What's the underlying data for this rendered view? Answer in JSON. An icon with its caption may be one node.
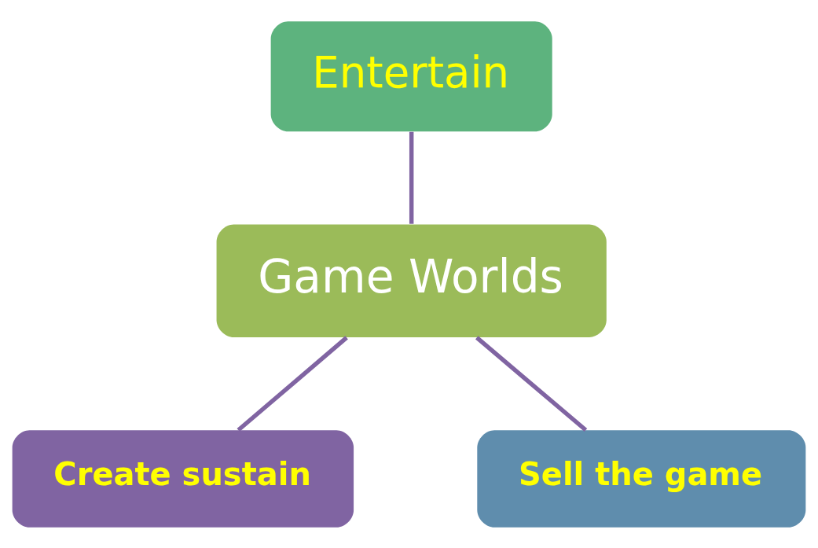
{
  "diagram": {
    "nodes": [
      {
        "text": [
          "Entertain"
        ]
      },
      {
        "text": [
          "Game Worlds"
        ]
      },
      {
        "text": [
          "Create sustain"
        ]
      },
      {
        "text": [
          "Sell the game"
        ]
      }
    ],
    "edges": [
      {
        "from": 1,
        "to": 0,
        "arrow": "none"
      },
      {
        "from": 1,
        "to": 2,
        "arrow": "none"
      },
      {
        "from": 1,
        "to": 3,
        "arrow": "none"
      }
    ]
  }
}
